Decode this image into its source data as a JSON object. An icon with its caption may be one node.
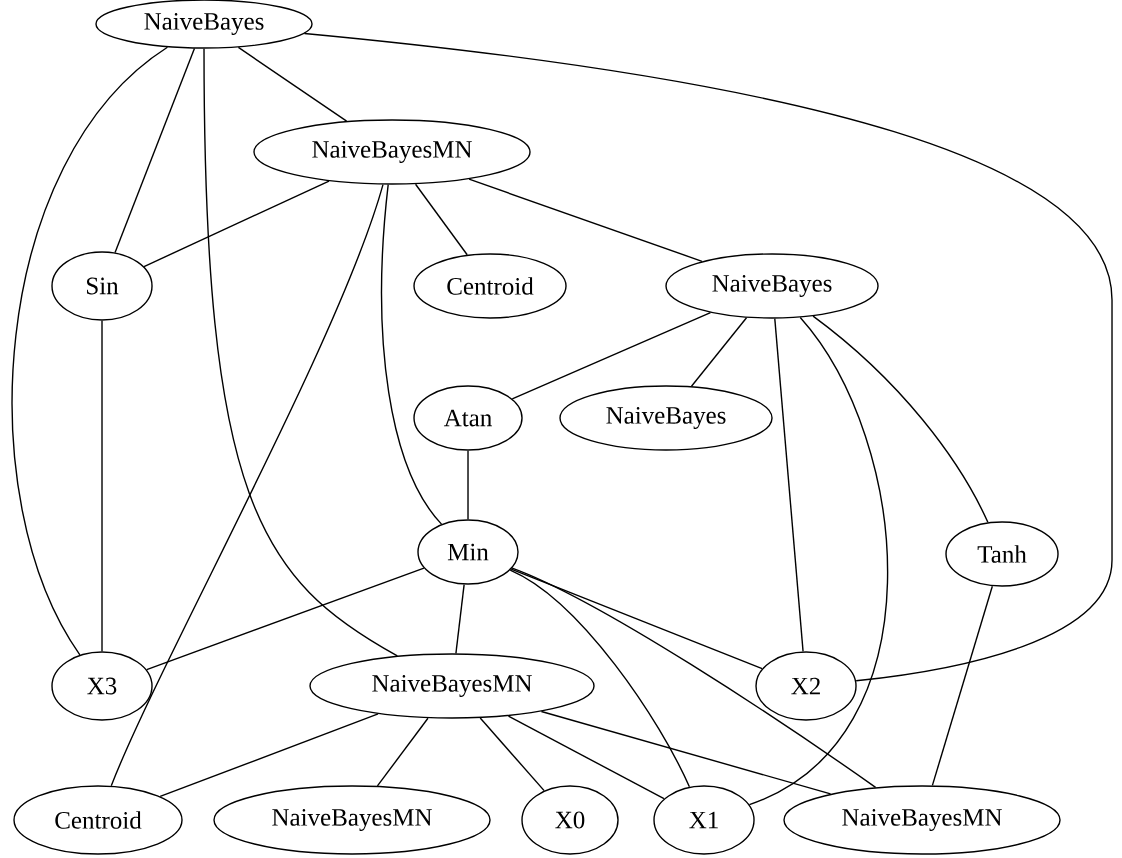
{
  "diagram": {
    "nodes": [
      {
        "text": [
          "NaiveBayes"
        ]
      },
      {
        "text": [
          "NaiveBayesMN"
        ]
      },
      {
        "text": [
          "Sin"
        ]
      },
      {
        "text": [
          "Centroid"
        ]
      },
      {
        "text": [
          "NaiveBayes"
        ]
      },
      {
        "text": [
          "Atan"
        ]
      },
      {
        "text": [
          "NaiveBayes"
        ]
      },
      {
        "text": [
          "Min"
        ]
      },
      {
        "text": [
          "Tanh"
        ]
      },
      {
        "text": [
          "X3"
        ]
      },
      {
        "text": [
          "NaiveBayesMN"
        ]
      },
      {
        "text": [
          "X2"
        ]
      },
      {
        "text": [
          "Centroid"
        ]
      },
      {
        "text": [
          "NaiveBayesMN"
        ]
      },
      {
        "text": [
          "X0"
        ]
      },
      {
        "text": [
          "X1"
        ]
      },
      {
        "text": [
          "NaiveBayesMN"
        ]
      }
    ],
    "edges": [
      {
        "from": 0,
        "to": 1,
        "arrow": "none"
      },
      {
        "from": 0,
        "to": 2,
        "arrow": "none"
      },
      {
        "from": 0,
        "to": 9,
        "arrow": "none"
      },
      {
        "from": 0,
        "to": 10,
        "arrow": "none"
      },
      {
        "from": 0,
        "to": 11,
        "arrow": "none"
      },
      {
        "from": 1,
        "to": 2,
        "arrow": "none"
      },
      {
        "from": 1,
        "to": 3,
        "arrow": "none"
      },
      {
        "from": 1,
        "to": 4,
        "arrow": "none"
      },
      {
        "from": 1,
        "to": 12,
        "arrow": "none"
      },
      {
        "from": 1,
        "to": 7,
        "arrow": "none"
      },
      {
        "from": 2,
        "to": 9,
        "arrow": "none"
      },
      {
        "from": 4,
        "to": 5,
        "arrow": "none"
      },
      {
        "from": 4,
        "to": 6,
        "arrow": "none"
      },
      {
        "from": 4,
        "to": 11,
        "arrow": "none"
      },
      {
        "from": 4,
        "to": 15,
        "arrow": "none"
      },
      {
        "from": 4,
        "to": 8,
        "arrow": "none"
      },
      {
        "from": 5,
        "to": 7,
        "arrow": "none"
      },
      {
        "from": 7,
        "to": 9,
        "arrow": "none"
      },
      {
        "from": 7,
        "to": 10,
        "arrow": "none"
      },
      {
        "from": 7,
        "to": 11,
        "arrow": "none"
      },
      {
        "from": 7,
        "to": 15,
        "arrow": "none"
      },
      {
        "from": 7,
        "to": 16,
        "arrow": "none"
      },
      {
        "from": 8,
        "to": 16,
        "arrow": "none"
      },
      {
        "from": 10,
        "to": 12,
        "arrow": "none"
      },
      {
        "from": 10,
        "to": 13,
        "arrow": "none"
      },
      {
        "from": 10,
        "to": 14,
        "arrow": "none"
      },
      {
        "from": 10,
        "to": 15,
        "arrow": "none"
      },
      {
        "from": 10,
        "to": 16,
        "arrow": "none"
      }
    ]
  }
}
